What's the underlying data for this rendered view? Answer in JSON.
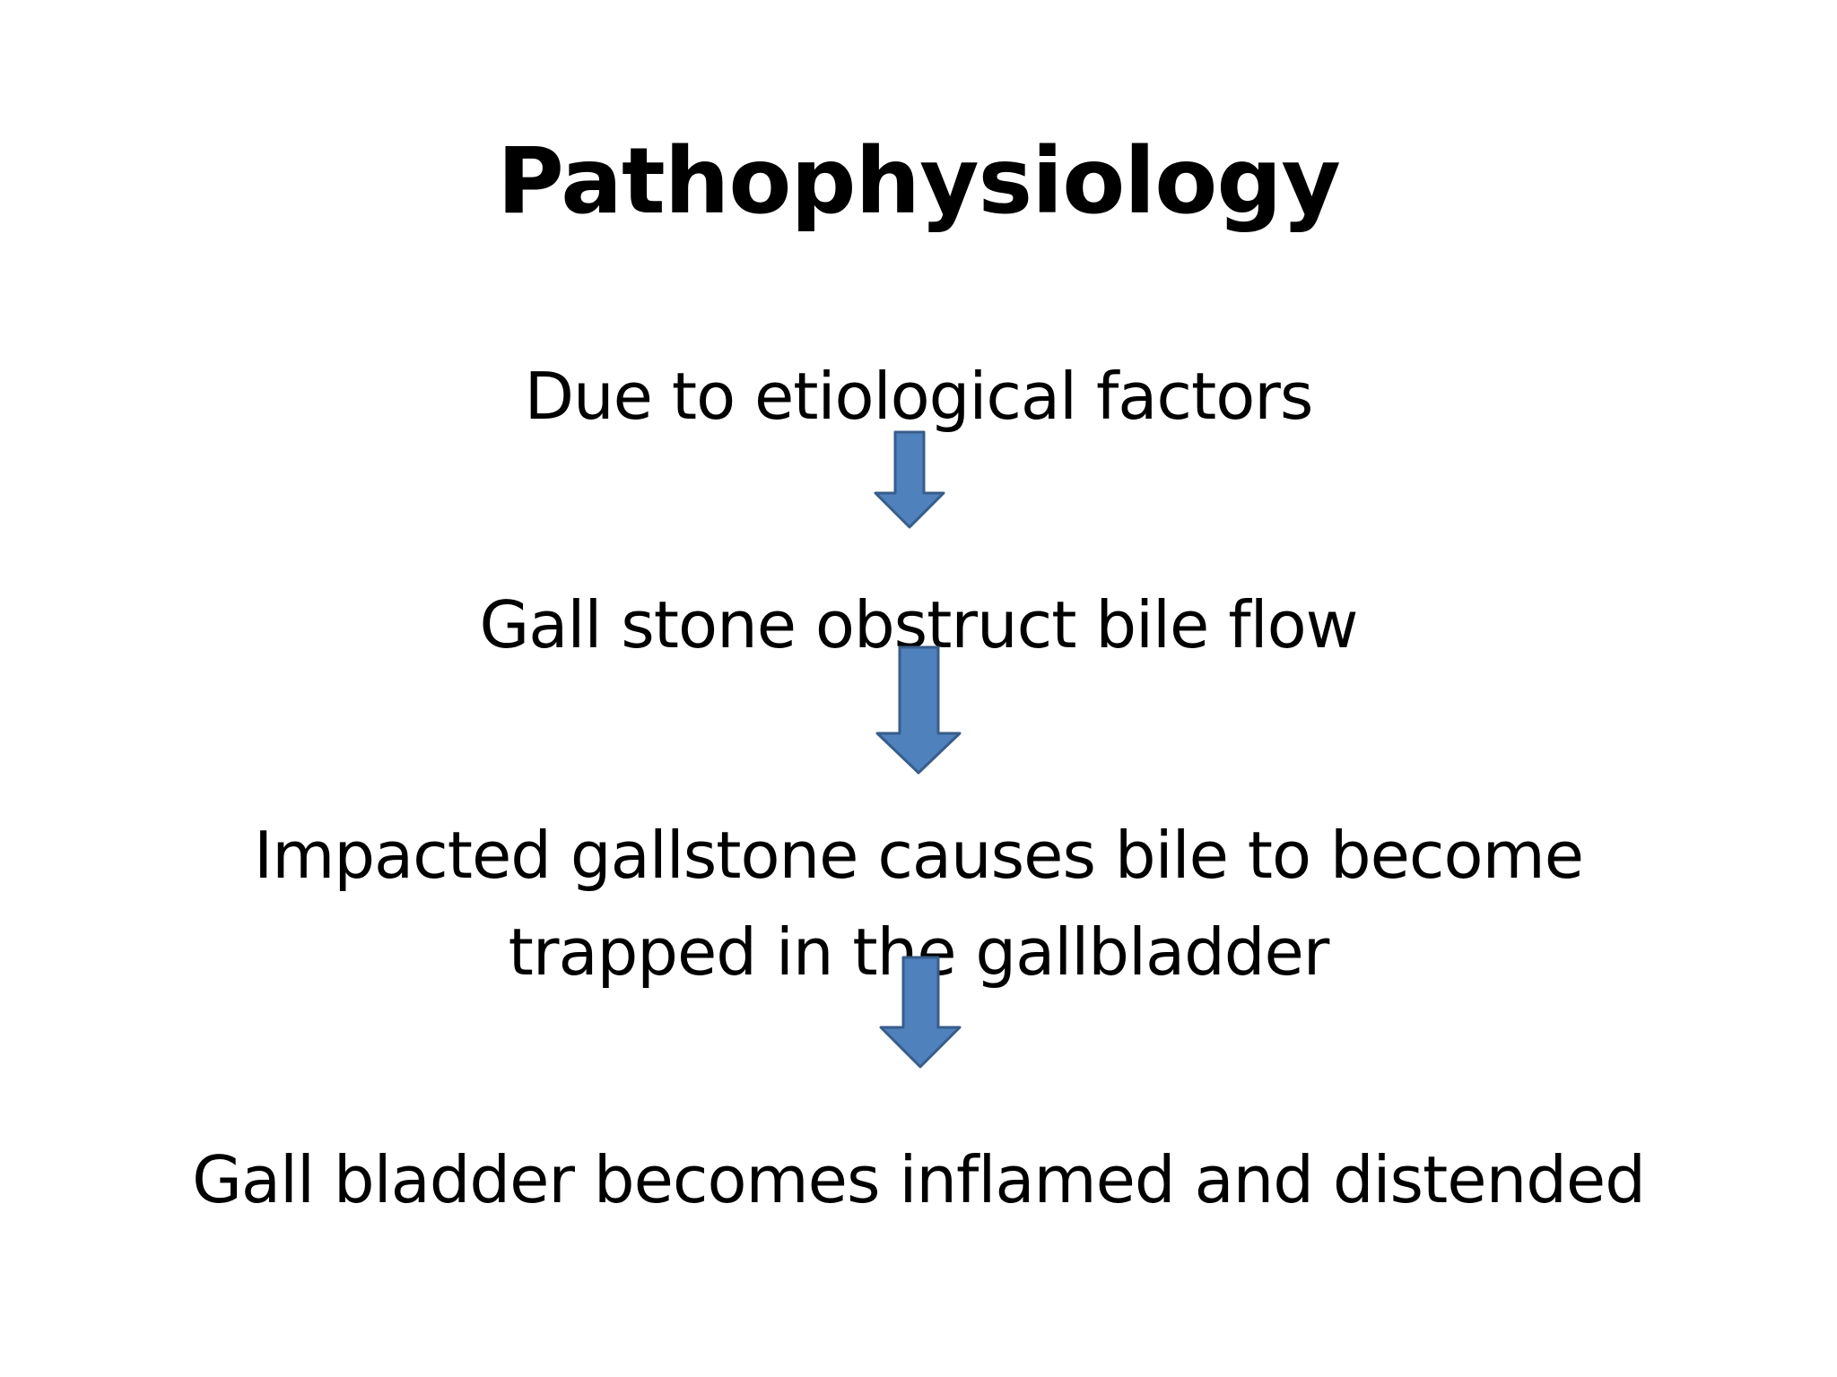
{
  "title": "Pathophysiology",
  "steps": [
    "Due to etiological factors",
    "Gall stone obstruct bile flow",
    "Impacted gallstone causes bile to become\ntrapped  in the gallbladder",
    "Gall bladder becomes inflamed and distended"
  ],
  "colors": {
    "arrow_fill": "#4f81bd",
    "arrow_stroke": "#385d8a",
    "text": "#000000",
    "background": "#ffffff"
  }
}
